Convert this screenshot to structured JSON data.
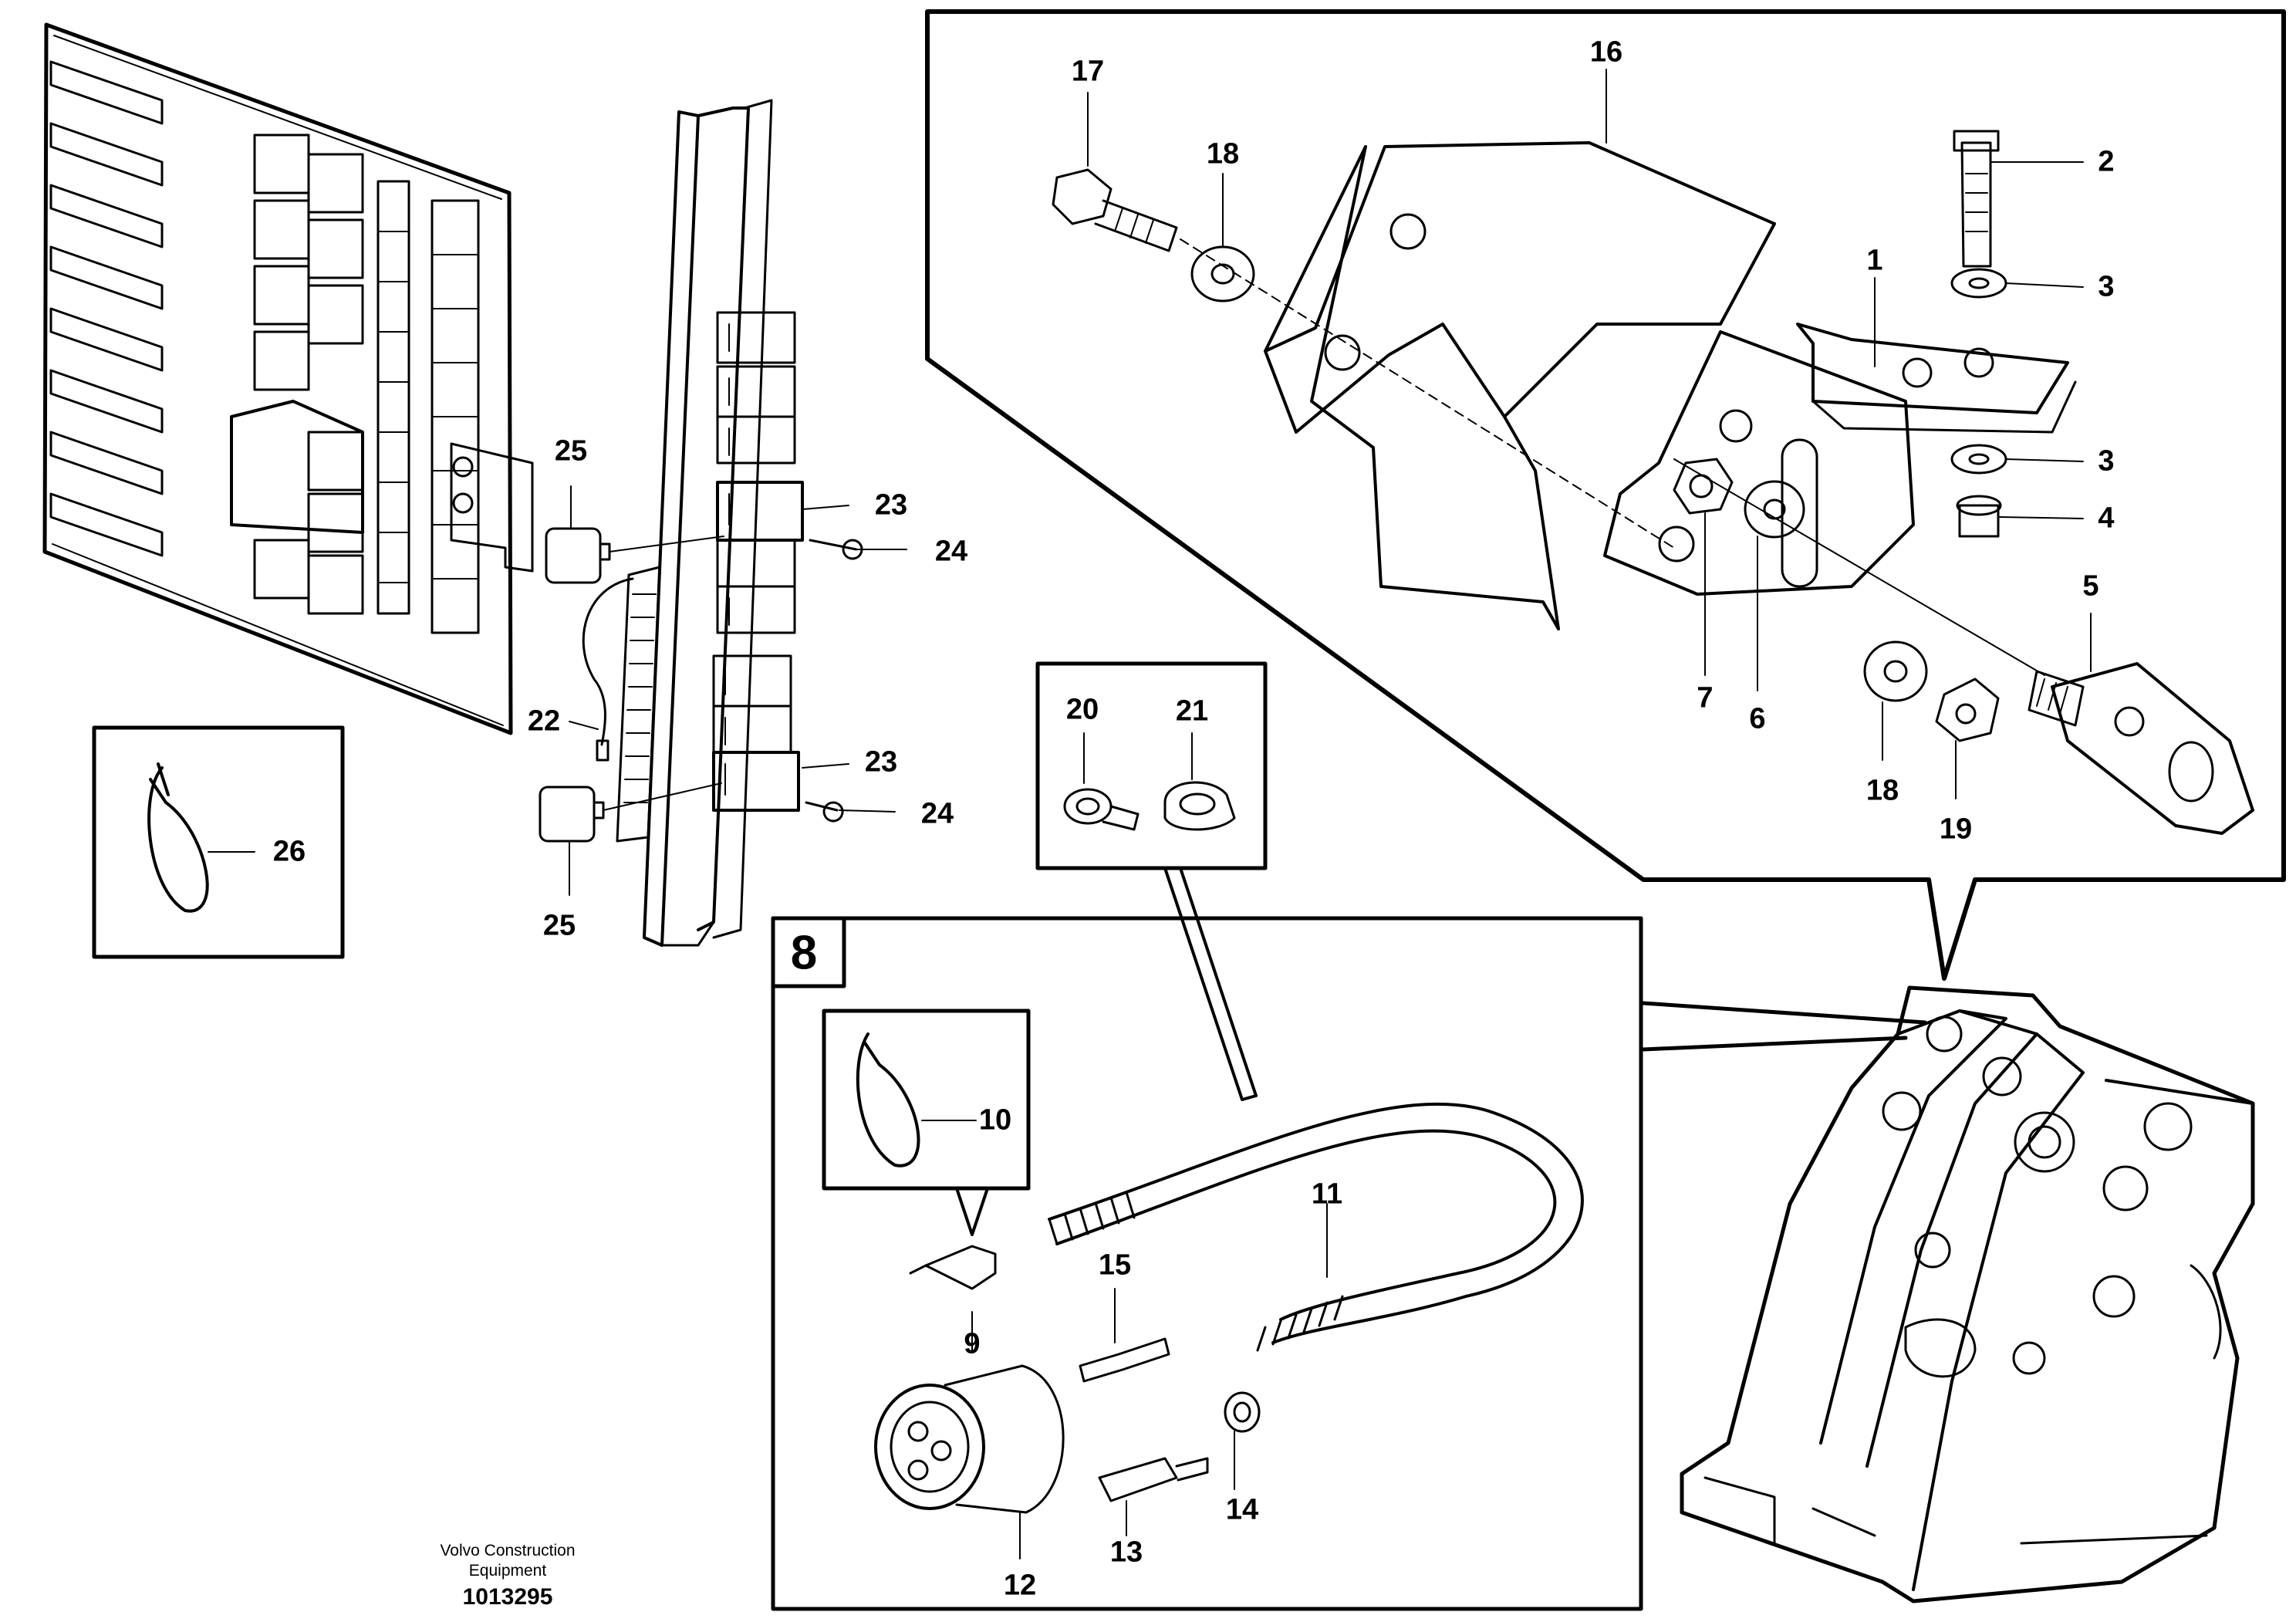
{
  "callouts": [
    "1",
    "2",
    "3",
    "4",
    "5",
    "6",
    "7",
    "8",
    "9",
    "10",
    "11",
    "12",
    "13",
    "14",
    "15",
    "16",
    "17",
    "18",
    "19",
    "20",
    "21",
    "22",
    "23",
    "24",
    "25",
    "26"
  ],
  "callout_labels": {
    "c1": "1",
    "c2": "2",
    "c3a": "3",
    "c3b": "3",
    "c4": "4",
    "c5": "5",
    "c6": "6",
    "c7": "7",
    "c8": "8",
    "c9": "9",
    "c10": "10",
    "c11": "11",
    "c12": "12",
    "c13": "13",
    "c14": "14",
    "c15": "15",
    "c16": "16",
    "c17": "17",
    "c18a": "18",
    "c18b": "18",
    "c19": "19",
    "c20": "20",
    "c21": "21",
    "c22": "22",
    "c23a": "23",
    "c23b": "23",
    "c24a": "24",
    "c24b": "24",
    "c25a": "25",
    "c25b": "25",
    "c26": "26"
  },
  "footer": {
    "company_line1": "Volvo Construction",
    "company_line2": "Equipment",
    "document_number": "1013295"
  },
  "colors": {
    "line": "#000000",
    "background": "#ffffff"
  }
}
